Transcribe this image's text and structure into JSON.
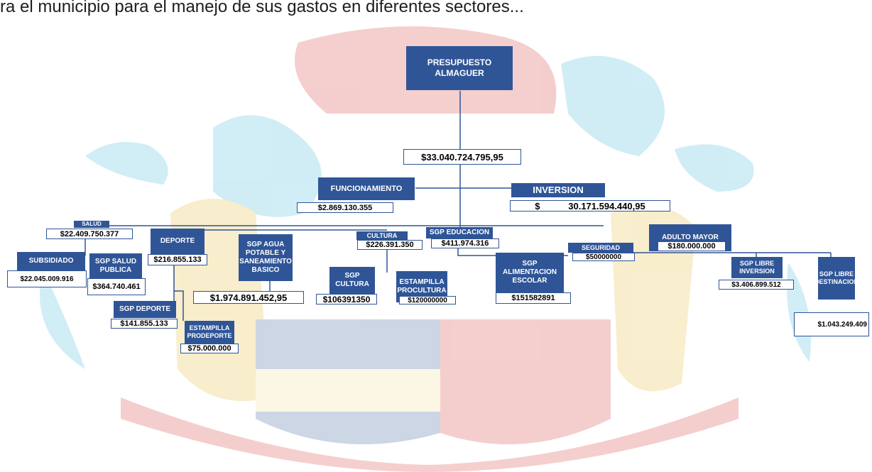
{
  "caption": "ra el municipio para el manejo de sus gastos en diferentes sectores...",
  "colors": {
    "box_fill": "#2f5597",
    "value_border": "#2f5597",
    "line": "#2f5597",
    "crest_red": "#d9534f",
    "crest_blue": "#5bc0de",
    "crest_gold": "#e8c24a"
  },
  "org": {
    "root": {
      "label": "PRESUPUESTO ALMAGUER",
      "value": "$33.040.724.795,95"
    },
    "funcionamiento": {
      "label": "FUNCIONAMIENTO",
      "value": "$2.869.130.355"
    },
    "inversion": {
      "label": "INVERSION",
      "value": "$           30.171.594.440,95"
    },
    "salud": {
      "label": "SALUD",
      "value": "$22.409.750.377"
    },
    "subsidiado": {
      "label": "SUBSIDIADO",
      "value": "$22.045.009.916"
    },
    "sgp_salud_publica": {
      "label": "SGP SALUD PUBLICA",
      "value": "$364.740.461"
    },
    "deporte": {
      "label": "DEPORTE",
      "value": "$216.855.133"
    },
    "sgp_deporte": {
      "label": "SGP DEPORTE",
      "value": "$141.855.133"
    },
    "estampilla_prodeporte": {
      "label": "ESTAMPILLA PRODEPORTE",
      "value": "$75.000.000"
    },
    "sgp_agua": {
      "label": "SGP AGUA POTABLE Y SANEAMIENTO BASICO",
      "value": "$1.974.891.452,95"
    },
    "cultura": {
      "label": "CULTURA",
      "value": "$226.391.350"
    },
    "sgp_cultura": {
      "label": "SGP CULTURA",
      "value": "$106391350"
    },
    "estampilla_procultura": {
      "label": "ESTAMPILLA PROCULTURA",
      "value": "$120000000"
    },
    "sgp_educacion": {
      "label": "SGP EDUCACION",
      "value": "$411.974.316"
    },
    "sgp_alimentacion": {
      "label": "SGP ALIMENTACION ESCOLAR",
      "value": "$151582891"
    },
    "seguridad": {
      "label": "SEGURIDAD",
      "value": "$50000000"
    },
    "adulto_mayor": {
      "label": "ADULTO MAYOR",
      "value": "$180.000.000"
    },
    "sgp_libre_inversion": {
      "label": "SGP LIBRE INVERSION",
      "value": "$3.406.899.512"
    },
    "sgp_libre_destinacion": {
      "label": "SGP LIBRE DESTINACION",
      "value": "$1.043.249.409"
    }
  }
}
